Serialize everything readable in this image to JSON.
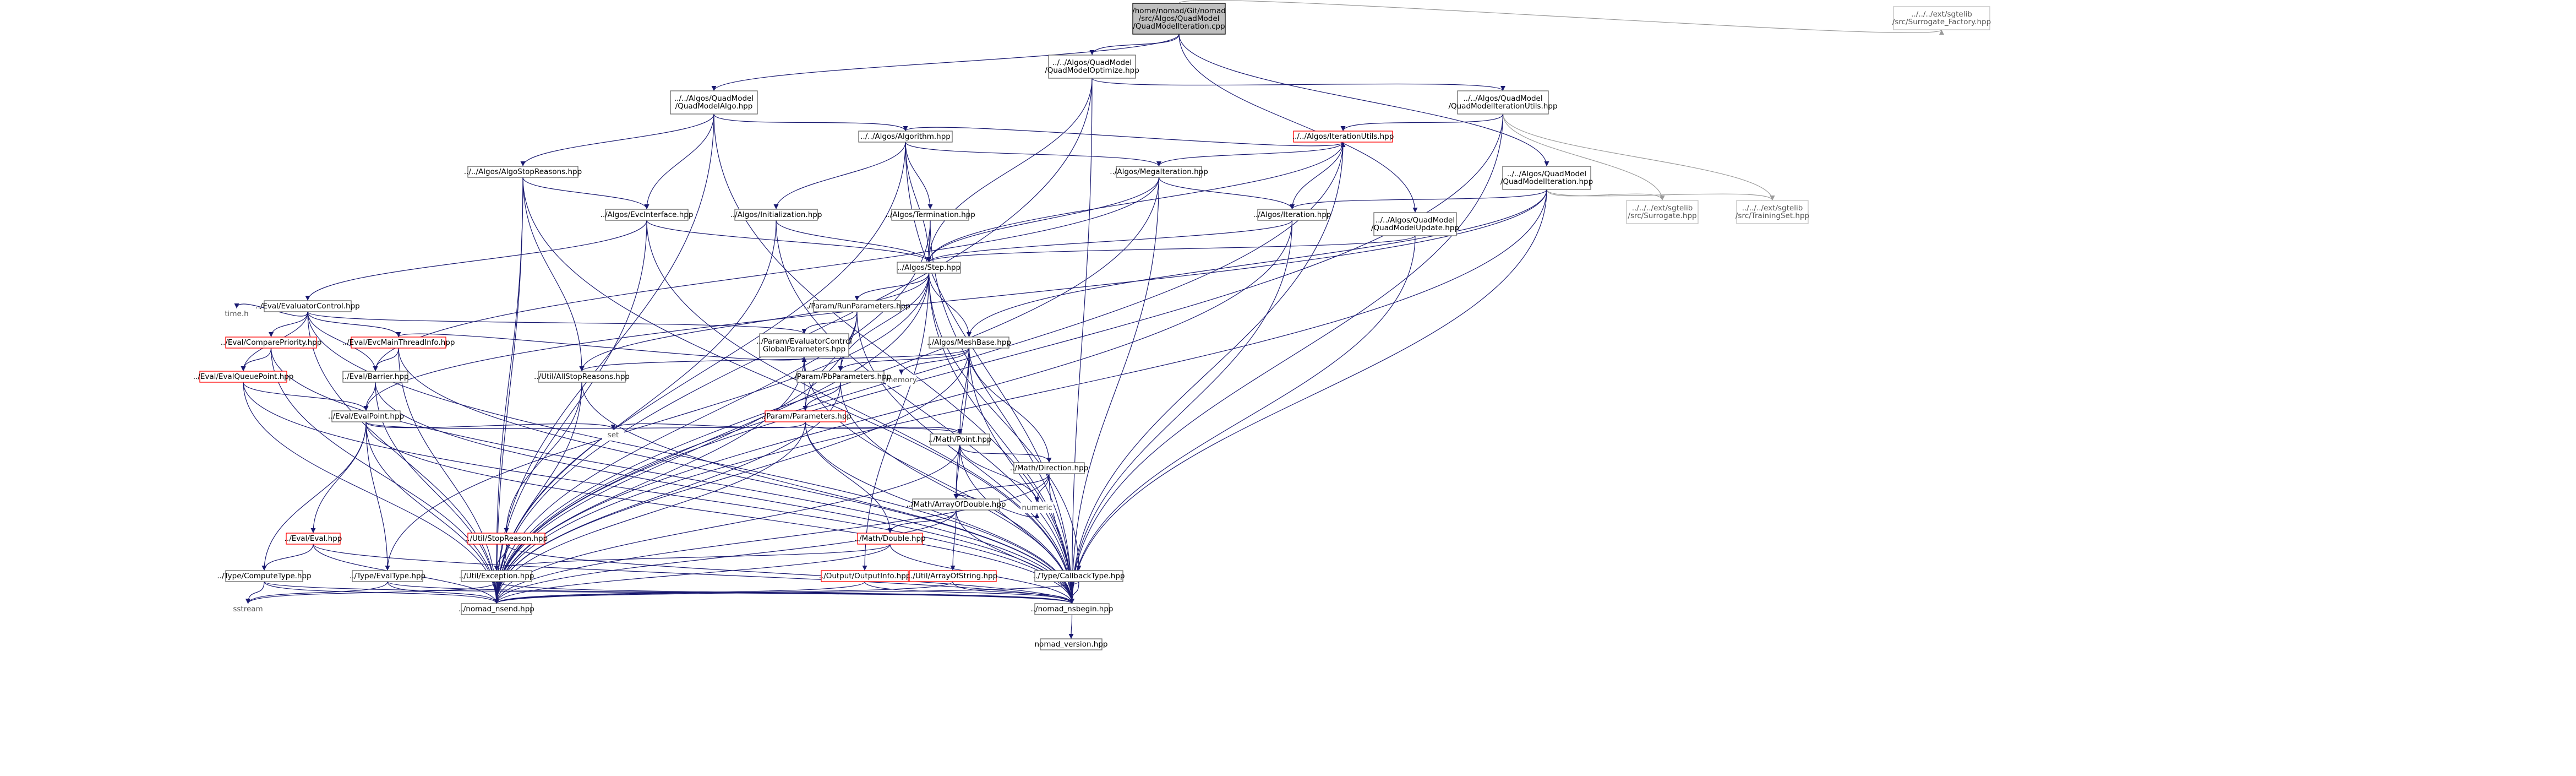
{
  "colors": {
    "background": "#ffffff",
    "root_fill": "#bfbfbf",
    "node_border": "#666666",
    "red_border": "#ff0000",
    "gray_border": "#bfbfbf",
    "edge": "#191970",
    "edge_external": "#9a9a9a"
  },
  "nodes": [
    {
      "id": "root",
      "lines": [
        "/home/nomad/Git/nomad",
        "/src/Algos/QuadModel",
        "/QuadModelIteration.cpp"
      ],
      "style": "root"
    },
    {
      "id": "qmoptimize",
      "lines": [
        "../../Algos/QuadModel",
        "/QuadModelOptimize.hpp"
      ],
      "style": "normal"
    },
    {
      "id": "qmalgo",
      "lines": [
        "../../Algos/QuadModel",
        "/QuadModelAlgo.hpp"
      ],
      "style": "normal"
    },
    {
      "id": "sgtfactory",
      "lines": [
        "../../../ext/sgtelib",
        "/src/Surrogate_Factory.hpp"
      ],
      "style": "gray"
    },
    {
      "id": "qmiterutils",
      "lines": [
        "../../Algos/QuadModel",
        "/QuadModelIterationUtils.hpp"
      ],
      "style": "normal"
    },
    {
      "id": "algorithm",
      "lines": [
        "../../Algos/Algorithm.hpp"
      ],
      "style": "normal"
    },
    {
      "id": "iterationutils",
      "lines": [
        "../../Algos/IterationUtils.hpp"
      ],
      "style": "red"
    },
    {
      "id": "algostopreasons",
      "lines": [
        "../../Algos/AlgoStopReasons.hpp"
      ],
      "style": "normal"
    },
    {
      "id": "megaiteration",
      "lines": [
        "../Algos/MegaIteration.hpp"
      ],
      "style": "normal"
    },
    {
      "id": "qmiteration",
      "lines": [
        "../../Algos/QuadModel",
        "/QuadModelIteration.hpp"
      ],
      "style": "normal"
    },
    {
      "id": "sgtsurrogate",
      "lines": [
        "../../../ext/sgtelib",
        "/src/Surrogate.hpp"
      ],
      "style": "gray"
    },
    {
      "id": "sgttrainingset",
      "lines": [
        "../../../ext/sgtelib",
        "/src/TrainingSet.hpp"
      ],
      "style": "gray"
    },
    {
      "id": "evcinterface",
      "lines": [
        "../Algos/EvcInterface.hpp"
      ],
      "style": "normal"
    },
    {
      "id": "initialization",
      "lines": [
        "../Algos/Initialization.hpp"
      ],
      "style": "normal"
    },
    {
      "id": "termination",
      "lines": [
        "../Algos/Termination.hpp"
      ],
      "style": "normal"
    },
    {
      "id": "iteration",
      "lines": [
        "../Algos/Iteration.hpp"
      ],
      "style": "normal"
    },
    {
      "id": "qmupdate",
      "lines": [
        "../../Algos/QuadModel",
        "/QuadModelUpdate.hpp"
      ],
      "style": "normal"
    },
    {
      "id": "step",
      "lines": [
        "../Algos/Step.hpp"
      ],
      "style": "normal"
    },
    {
      "id": "evaluatorcontrol",
      "lines": [
        "../Eval/EvaluatorControl.hpp"
      ],
      "style": "normal"
    },
    {
      "id": "runparameters",
      "lines": [
        "../Param/RunParameters.hpp"
      ],
      "style": "normal"
    },
    {
      "id": "timeh",
      "lines": [
        "time.h"
      ],
      "style": "noborder"
    },
    {
      "id": "compareprio",
      "lines": [
        "../Eval/ComparePriority.hpp"
      ],
      "style": "red"
    },
    {
      "id": "evcmainthread",
      "lines": [
        "../Eval/EvcMainThreadInfo.hpp"
      ],
      "style": "red"
    },
    {
      "id": "evalctrlglobal",
      "lines": [
        "../Param/EvaluatorControl",
        "GlobalParameters.hpp"
      ],
      "style": "normal"
    },
    {
      "id": "meshbase",
      "lines": [
        "../Algos/MeshBase.hpp"
      ],
      "style": "normal"
    },
    {
      "id": "evalqueuepoint",
      "lines": [
        "../Eval/EvalQueuePoint.hpp"
      ],
      "style": "red"
    },
    {
      "id": "barrier",
      "lines": [
        "../Eval/Barrier.hpp"
      ],
      "style": "normal"
    },
    {
      "id": "allstopreasons",
      "lines": [
        "../Util/AllStopReasons.hpp"
      ],
      "style": "normal"
    },
    {
      "id": "memory",
      "lines": [
        "memory"
      ],
      "style": "noborder"
    },
    {
      "id": "pbparameters",
      "lines": [
        "../Param/PbParameters.hpp"
      ],
      "style": "normal"
    },
    {
      "id": "evalpoint",
      "lines": [
        "../Eval/EvalPoint.hpp"
      ],
      "style": "normal"
    },
    {
      "id": "parameters",
      "lines": [
        "../Param/Parameters.hpp"
      ],
      "style": "red"
    },
    {
      "id": "set",
      "lines": [
        "set"
      ],
      "style": "noborder"
    },
    {
      "id": "point",
      "lines": [
        "../Math/Point.hpp"
      ],
      "style": "normal"
    },
    {
      "id": "direction",
      "lines": [
        "../Math/Direction.hpp"
      ],
      "style": "normal"
    },
    {
      "id": "arrayofdouble",
      "lines": [
        "../Math/ArrayOfDouble.hpp"
      ],
      "style": "normal"
    },
    {
      "id": "numeric",
      "lines": [
        "numeric"
      ],
      "style": "noborder"
    },
    {
      "id": "eval",
      "lines": [
        "../Eval/Eval.hpp"
      ],
      "style": "red"
    },
    {
      "id": "stopreason",
      "lines": [
        "../Util/StopReason.hpp"
      ],
      "style": "red"
    },
    {
      "id": "double",
      "lines": [
        "../Math/Double.hpp"
      ],
      "style": "red"
    },
    {
      "id": "computetype",
      "lines": [
        "../Type/ComputeType.hpp"
      ],
      "style": "normal"
    },
    {
      "id": "evaltype",
      "lines": [
        "../Type/EvalType.hpp"
      ],
      "style": "normal"
    },
    {
      "id": "exception",
      "lines": [
        "../Util/Exception.hpp"
      ],
      "style": "normal"
    },
    {
      "id": "outputinfo",
      "lines": [
        "../Output/OutputInfo.hpp"
      ],
      "style": "red"
    },
    {
      "id": "arrayofstring",
      "lines": [
        "../Util/ArrayOfString.hpp"
      ],
      "style": "red"
    },
    {
      "id": "callbacktype",
      "lines": [
        "../Type/CallbackType.hpp"
      ],
      "style": "normal"
    },
    {
      "id": "sstream",
      "lines": [
        "sstream"
      ],
      "style": "noborder"
    },
    {
      "id": "nomadnsend",
      "lines": [
        "../nomad_nsend.hpp"
      ],
      "style": "normal"
    },
    {
      "id": "nomadnsbegin",
      "lines": [
        "../nomad_nsbegin.hpp"
      ],
      "style": "normal"
    },
    {
      "id": "nomadversion",
      "lines": [
        "nomad_version.hpp"
      ],
      "style": "normal"
    }
  ],
  "edges": [
    [
      "root",
      "qmoptimize"
    ],
    [
      "root",
      "qmalgo"
    ],
    [
      "root",
      "qmiteration"
    ],
    [
      "root",
      "qmupdate"
    ],
    [
      "root",
      "sgtfactory"
    ],
    [
      "qmoptimize",
      "qmiterutils"
    ],
    [
      "qmoptimize",
      "step"
    ],
    [
      "qmoptimize",
      "nomadnsend"
    ],
    [
      "qmoptimize",
      "nomadnsbegin"
    ],
    [
      "qmiterutils",
      "iterationutils"
    ],
    [
      "qmiterutils",
      "sgtsurrogate"
    ],
    [
      "qmiterutils",
      "sgttrainingset"
    ],
    [
      "qmiterutils",
      "nomadnsend"
    ],
    [
      "qmiterutils",
      "nomadnsbegin"
    ],
    [
      "qmalgo",
      "algorithm"
    ],
    [
      "qmalgo",
      "algostopreasons"
    ],
    [
      "qmalgo",
      "evcinterface"
    ],
    [
      "qmalgo",
      "nomadnsend"
    ],
    [
      "qmalgo",
      "nomadnsbegin"
    ],
    [
      "algorithm",
      "iterationutils"
    ],
    [
      "algorithm",
      "megaiteration"
    ],
    [
      "algorithm",
      "initialization"
    ],
    [
      "algorithm",
      "termination"
    ],
    [
      "algorithm",
      "step"
    ],
    [
      "algorithm",
      "nomadnsend"
    ],
    [
      "algorithm",
      "nomadnsbegin"
    ],
    [
      "iterationutils",
      "megaiteration"
    ],
    [
      "iterationutils",
      "iteration"
    ],
    [
      "iterationutils",
      "step"
    ],
    [
      "iterationutils",
      "nomadnsend"
    ],
    [
      "iterationutils",
      "nomadnsbegin"
    ],
    [
      "algostopreasons",
      "allstopreasons"
    ],
    [
      "algostopreasons",
      "exception"
    ],
    [
      "algostopreasons",
      "nomadnsend"
    ],
    [
      "algostopreasons",
      "nomadnsbegin"
    ],
    [
      "algostopreasons",
      "evcinterface"
    ],
    [
      "megaiteration",
      "iteration"
    ],
    [
      "megaiteration",
      "step"
    ],
    [
      "megaiteration",
      "barrier"
    ],
    [
      "megaiteration",
      "nomadnsend"
    ],
    [
      "megaiteration",
      "nomadnsbegin"
    ],
    [
      "qmiteration",
      "iteration"
    ],
    [
      "qmiteration",
      "meshbase"
    ],
    [
      "qmiteration",
      "sgtsurrogate"
    ],
    [
      "qmiteration",
      "sgttrainingset"
    ],
    [
      "qmiteration",
      "nomadnsend"
    ],
    [
      "qmiteration",
      "nomadnsbegin"
    ],
    [
      "qmiteration",
      "evalpoint"
    ],
    [
      "qmupdate",
      "step"
    ],
    [
      "qmupdate",
      "nomadnsbegin"
    ],
    [
      "evcinterface",
      "step"
    ],
    [
      "evcinterface",
      "evaluatorcontrol"
    ],
    [
      "evcinterface",
      "nomadnsend"
    ],
    [
      "evcinterface",
      "nomadnsbegin"
    ],
    [
      "initialization",
      "step"
    ],
    [
      "initialization",
      "nomadnsend"
    ],
    [
      "initialization",
      "nomadnsbegin"
    ],
    [
      "termination",
      "step"
    ],
    [
      "termination",
      "nomadnsend"
    ],
    [
      "termination",
      "nomadnsbegin"
    ],
    [
      "iteration",
      "step"
    ],
    [
      "iteration",
      "nomadnsend"
    ],
    [
      "iteration",
      "nomadnsbegin"
    ],
    [
      "step",
      "runparameters"
    ],
    [
      "step",
      "meshbase"
    ],
    [
      "step",
      "allstopreasons"
    ],
    [
      "step",
      "pbparameters"
    ],
    [
      "step",
      "callbacktype"
    ],
    [
      "step",
      "evaltype"
    ],
    [
      "step",
      "outputinfo"
    ],
    [
      "step",
      "nomadnsend"
    ],
    [
      "step",
      "nomadnsbegin"
    ],
    [
      "evaluatorcontrol",
      "timeh"
    ],
    [
      "evaluatorcontrol",
      "compareprio"
    ],
    [
      "evaluatorcontrol",
      "evcmainthread"
    ],
    [
      "evaluatorcontrol",
      "evalctrlglobal"
    ],
    [
      "evaluatorcontrol",
      "evalqueuepoint"
    ],
    [
      "evaluatorcontrol",
      "barrier"
    ],
    [
      "evaluatorcontrol",
      "nomadnsend"
    ],
    [
      "evaluatorcontrol",
      "nomadnsbegin"
    ],
    [
      "runparameters",
      "evalctrlglobal"
    ],
    [
      "runparameters",
      "pbparameters"
    ],
    [
      "runparameters",
      "parameters"
    ],
    [
      "runparameters",
      "nomadnsend"
    ],
    [
      "runparameters",
      "nomadnsbegin"
    ],
    [
      "compareprio",
      "evalqueuepoint"
    ],
    [
      "compareprio",
      "nomadnsend"
    ],
    [
      "compareprio",
      "nomadnsbegin"
    ],
    [
      "evcmainthread",
      "barrier"
    ],
    [
      "evcmainthread",
      "evalctrlglobal"
    ],
    [
      "evcmainthread",
      "nomadnsend"
    ],
    [
      "evcmainthread",
      "nomadnsbegin"
    ],
    [
      "evalctrlglobal",
      "parameters"
    ],
    [
      "evalctrlglobal",
      "nomadnsend"
    ],
    [
      "evalctrlglobal",
      "nomadnsbegin"
    ],
    [
      "meshbase",
      "allstopreasons"
    ],
    [
      "meshbase",
      "memory"
    ],
    [
      "meshbase",
      "pbparameters"
    ],
    [
      "meshbase",
      "direction"
    ],
    [
      "meshbase",
      "point"
    ],
    [
      "meshbase",
      "arrayofdouble"
    ],
    [
      "meshbase",
      "nomadnsend"
    ],
    [
      "meshbase",
      "nomadnsbegin"
    ],
    [
      "evalqueuepoint",
      "evalpoint"
    ],
    [
      "evalqueuepoint",
      "nomadnsend"
    ],
    [
      "evalqueuepoint",
      "nomadnsbegin"
    ],
    [
      "barrier",
      "evalpoint"
    ],
    [
      "barrier",
      "nomadnsend"
    ],
    [
      "barrier",
      "nomadnsbegin"
    ],
    [
      "allstopreasons",
      "stopreason"
    ],
    [
      "allstopreasons",
      "nomadnsend"
    ],
    [
      "allstopreasons",
      "nomadnsbegin"
    ],
    [
      "pbparameters",
      "parameters"
    ],
    [
      "pbparameters",
      "nomadnsend"
    ],
    [
      "pbparameters",
      "nomadnsbegin"
    ],
    [
      "evalpoint",
      "set"
    ],
    [
      "evalpoint",
      "point"
    ],
    [
      "evalpoint",
      "eval"
    ],
    [
      "evalpoint",
      "computetype"
    ],
    [
      "evalpoint",
      "evaltype"
    ],
    [
      "evalpoint",
      "nomadnsend"
    ],
    [
      "evalpoint",
      "nomadnsbegin"
    ],
    [
      "parameters",
      "set"
    ],
    [
      "parameters",
      "point"
    ],
    [
      "parameters",
      "double"
    ],
    [
      "parameters",
      "nomadnsend"
    ],
    [
      "parameters",
      "nomadnsbegin"
    ],
    [
      "point",
      "direction"
    ],
    [
      "point",
      "arrayofdouble"
    ],
    [
      "point",
      "numeric"
    ],
    [
      "point",
      "nomadnsend"
    ],
    [
      "point",
      "nomadnsbegin"
    ],
    [
      "direction",
      "arrayofdouble"
    ],
    [
      "direction",
      "numeric"
    ],
    [
      "direction",
      "nomadnsend"
    ],
    [
      "direction",
      "nomadnsbegin"
    ],
    [
      "arrayofdouble",
      "double"
    ],
    [
      "arrayofdouble",
      "arrayofstring"
    ],
    [
      "arrayofdouble",
      "numeric"
    ],
    [
      "arrayofdouble",
      "nomadnsend"
    ],
    [
      "arrayofdouble",
      "nomadnsbegin"
    ],
    [
      "eval",
      "computetype"
    ],
    [
      "eval",
      "nomadnsend"
    ],
    [
      "eval",
      "nomadnsbegin"
    ],
    [
      "stopreason",
      "exception"
    ],
    [
      "stopreason",
      "nomadnsend"
    ],
    [
      "stopreason",
      "nomadnsbegin"
    ],
    [
      "double",
      "exception"
    ],
    [
      "double",
      "nomadnsend"
    ],
    [
      "double",
      "nomadnsbegin"
    ],
    [
      "computetype",
      "sstream"
    ],
    [
      "computetype",
      "nomadnsend"
    ],
    [
      "computetype",
      "nomadnsbegin"
    ],
    [
      "evaltype",
      "sstream"
    ],
    [
      "evaltype",
      "nomadnsend"
    ],
    [
      "evaltype",
      "nomadnsbegin"
    ],
    [
      "exception",
      "sstream"
    ],
    [
      "exception",
      "nomadnsend"
    ],
    [
      "exception",
      "nomadnsbegin"
    ],
    [
      "outputinfo",
      "nomadnsend"
    ],
    [
      "outputinfo",
      "nomadnsbegin"
    ],
    [
      "arrayofstring",
      "nomadnsend"
    ],
    [
      "arrayofstring",
      "nomadnsbegin"
    ],
    [
      "callbacktype",
      "nomadnsend"
    ],
    [
      "callbacktype",
      "nomadnsbegin"
    ],
    [
      "nomadnsbegin",
      "nomadversion"
    ]
  ]
}
